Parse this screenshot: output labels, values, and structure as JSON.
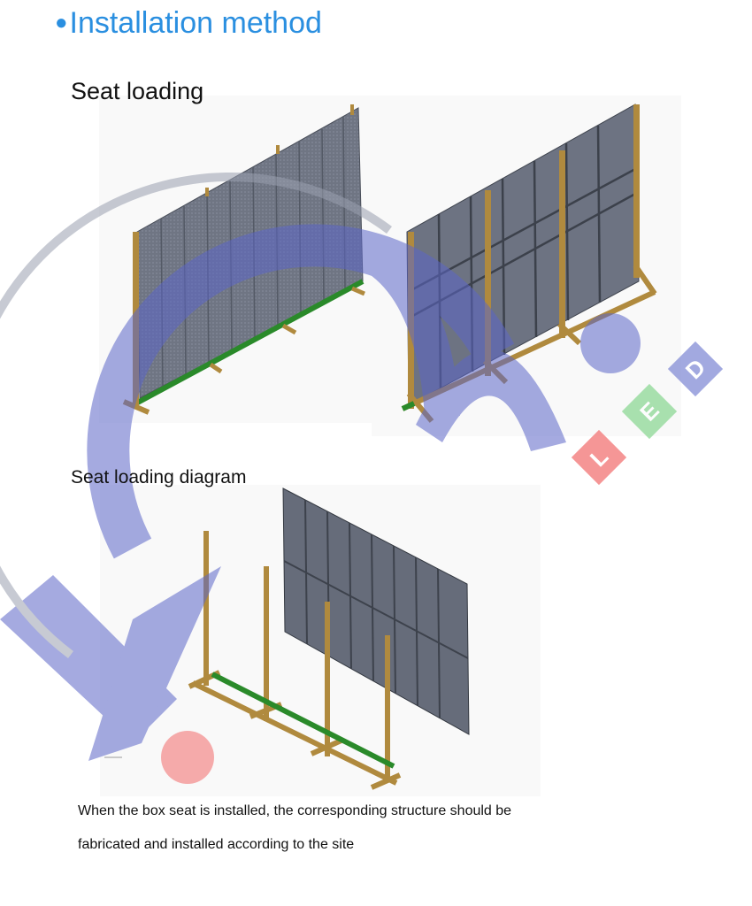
{
  "title": {
    "bullet": "●",
    "text": "Installation method"
  },
  "section_seat_loading": "Seat loading",
  "section_diagram": "Seat loading diagram",
  "caption": {
    "line1": "When the box seat is installed, the corresponding structure should be",
    "line2": "fabricated and installed according to the site"
  },
  "watermark": {
    "logo_letters": [
      "L",
      "E",
      "D"
    ],
    "colors": {
      "blue": "#7c86d4",
      "red": "#f26b6b",
      "green": "#86d68f"
    }
  },
  "colors": {
    "title": "#2a8fe0",
    "frame_wood": "#b08a3e",
    "frame_green": "#2a8a2a",
    "panel_gray": "#6c7280"
  }
}
